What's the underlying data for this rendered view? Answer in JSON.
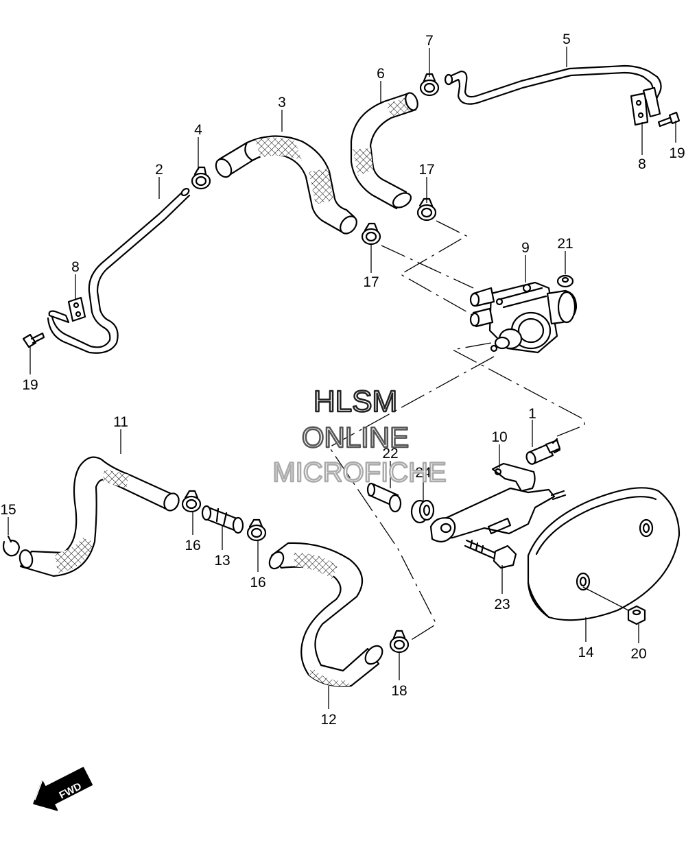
{
  "callouts": {
    "c1": "1",
    "c2": "2",
    "c3": "3",
    "c4": "4",
    "c5": "5",
    "c6": "6",
    "c7": "7",
    "c8a": "8",
    "c8b": "8",
    "c9": "9",
    "c10": "10",
    "c11": "11",
    "c12": "12",
    "c13": "13",
    "c14": "14",
    "c15": "15",
    "c16a": "16",
    "c16b": "16",
    "c17a": "17",
    "c17b": "17",
    "c18": "18",
    "c19a": "19",
    "c19b": "19",
    "c20": "20",
    "c21": "21",
    "c22": "22",
    "c23": "23",
    "c24": "24"
  },
  "watermark": {
    "line1": "HLSM",
    "line2": "ONLINE",
    "line3": "MICROFICHE",
    "color_dark": "#222222",
    "color_mid": "#555555",
    "color_light": "#aaaaaa"
  },
  "fwd_marker": {
    "label": "FWD",
    "icon": "fwd-arrow-icon"
  }
}
